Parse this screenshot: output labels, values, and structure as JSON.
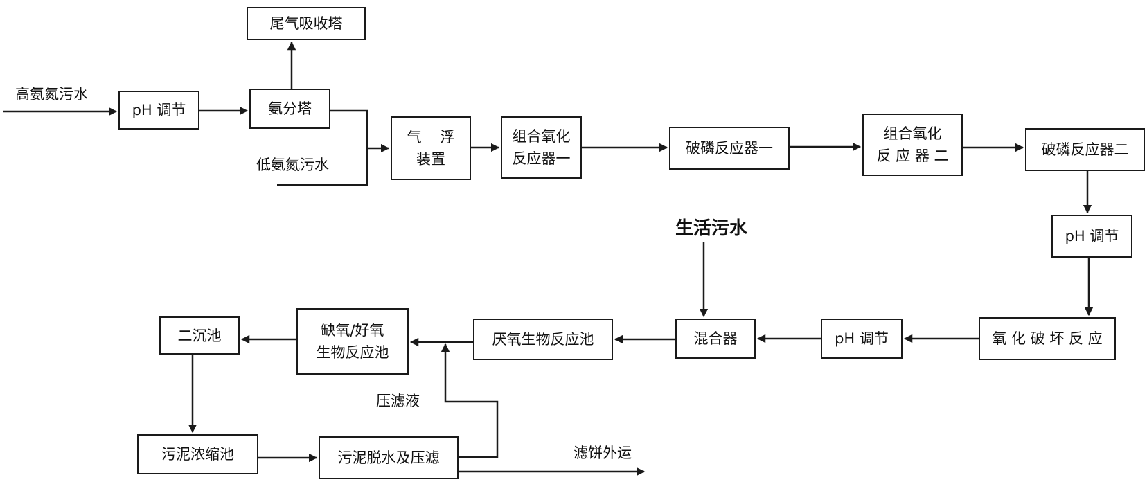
{
  "boxes": {
    "tail_gas_tower": "尾气吸收塔",
    "ph_adjust_1": "pH 调节",
    "ammonia_tower": "氨分塔",
    "air_float": "气    浮\n装置",
    "combined_oxidation_1": "组合氧化\n反应器一",
    "phosphorus_breaking_1": "破磷反应器一",
    "combined_oxidation_2": "组合氧化\n反 应 器 二",
    "phosphorus_breaking_2": "破磷反应器二",
    "ph_adjust_2": "pH 调节",
    "oxidation_destruction": "氧 化 破 坏 反 应",
    "ph_adjust_3": "pH 调节",
    "mixer": "混合器",
    "anaerobic_tank": "厌氧生物反应池",
    "anoxic_aerobic_tank": "缺氧/好氧\n生物反应池",
    "secondary_settling": "二沉池",
    "sludge_thickening": "污泥浓缩池",
    "sludge_dewatering": "污泥脱水及压滤"
  },
  "labels": {
    "high_ammonia_wastewater": "高氨氮污水",
    "low_ammonia_wastewater": "低氨氮污水",
    "domestic_sewage": "生活污水",
    "filtrate": "压滤液",
    "filter_cake": "滤饼外运"
  }
}
